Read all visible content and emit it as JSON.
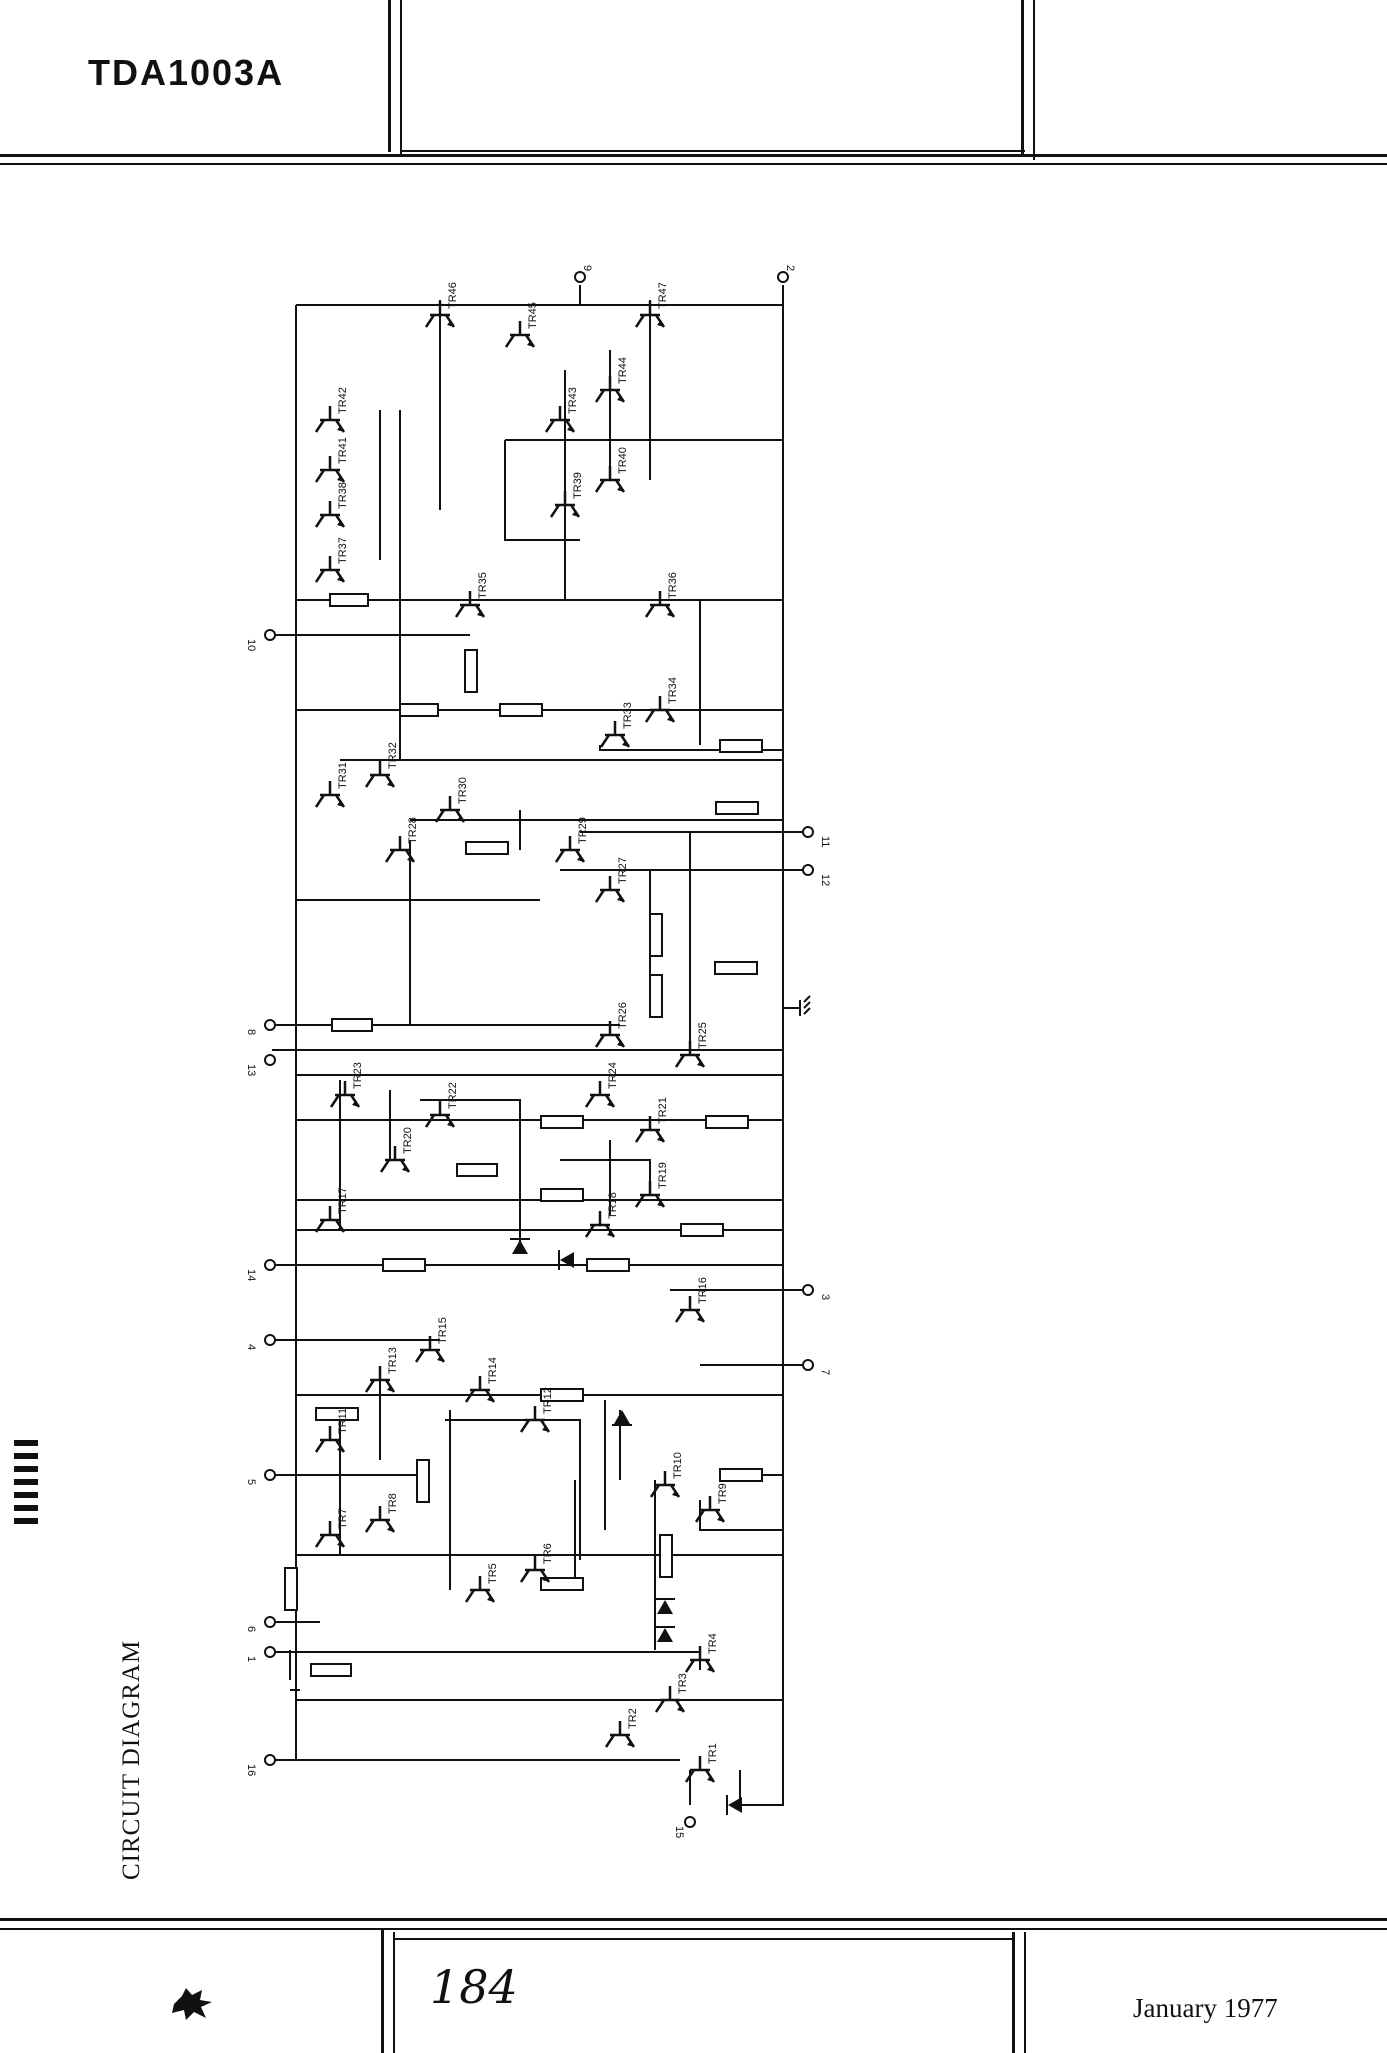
{
  "header": {
    "part_number": "TDA1003A"
  },
  "side_title": "CIRCUIT DIAGRAM",
  "footer": {
    "date": "January 1977",
    "handwritten_note": "184"
  },
  "diagram": {
    "pins": {
      "p9": "9",
      "p2": "2",
      "p10": "10",
      "p11": "11",
      "p12": "12",
      "p8": "8",
      "p13": "13",
      "p14": "14",
      "p3": "3",
      "p4": "4",
      "p7": "7",
      "p5": "5",
      "p6": "6",
      "p1": "1",
      "p16": "16",
      "p15": "15"
    },
    "transistors": {
      "TR1": "TR1",
      "TR2": "TR2",
      "TR3": "TR3",
      "TR4": "TR4",
      "TR5": "TR5",
      "TR6": "TR6",
      "TR7": "TR7",
      "TR8": "TR8",
      "TR9": "TR9",
      "TR10": "TR10",
      "TR11": "TR11",
      "TR12": "TR12",
      "TR13": "TR13",
      "TR14": "TR14",
      "TR15": "TR15",
      "TR16": "TR16",
      "TR17": "TR17",
      "TR18": "TR18",
      "TR19": "TR19",
      "TR20": "TR20",
      "TR21": "TR21",
      "TR22": "TR22",
      "TR23": "TR23",
      "TR24": "TR24",
      "TR25": "TR25",
      "TR26": "TR26",
      "TR27": "TR27",
      "TR28": "TR28",
      "TR29": "TR29",
      "TR30": "TR30",
      "TR31": "TR31",
      "TR32": "TR32",
      "TR33": "TR33",
      "TR34": "TR34",
      "TR35": "TR35",
      "TR36": "TR36",
      "TR37": "TR37",
      "TR38": "TR38",
      "TR39": "TR39",
      "TR40": "TR40",
      "TR41": "TR41",
      "TR42": "TR42",
      "TR43": "TR43",
      "TR44": "TR44",
      "TR45": "TR45",
      "TR46": "TR46",
      "TR47": "TR47"
    }
  }
}
